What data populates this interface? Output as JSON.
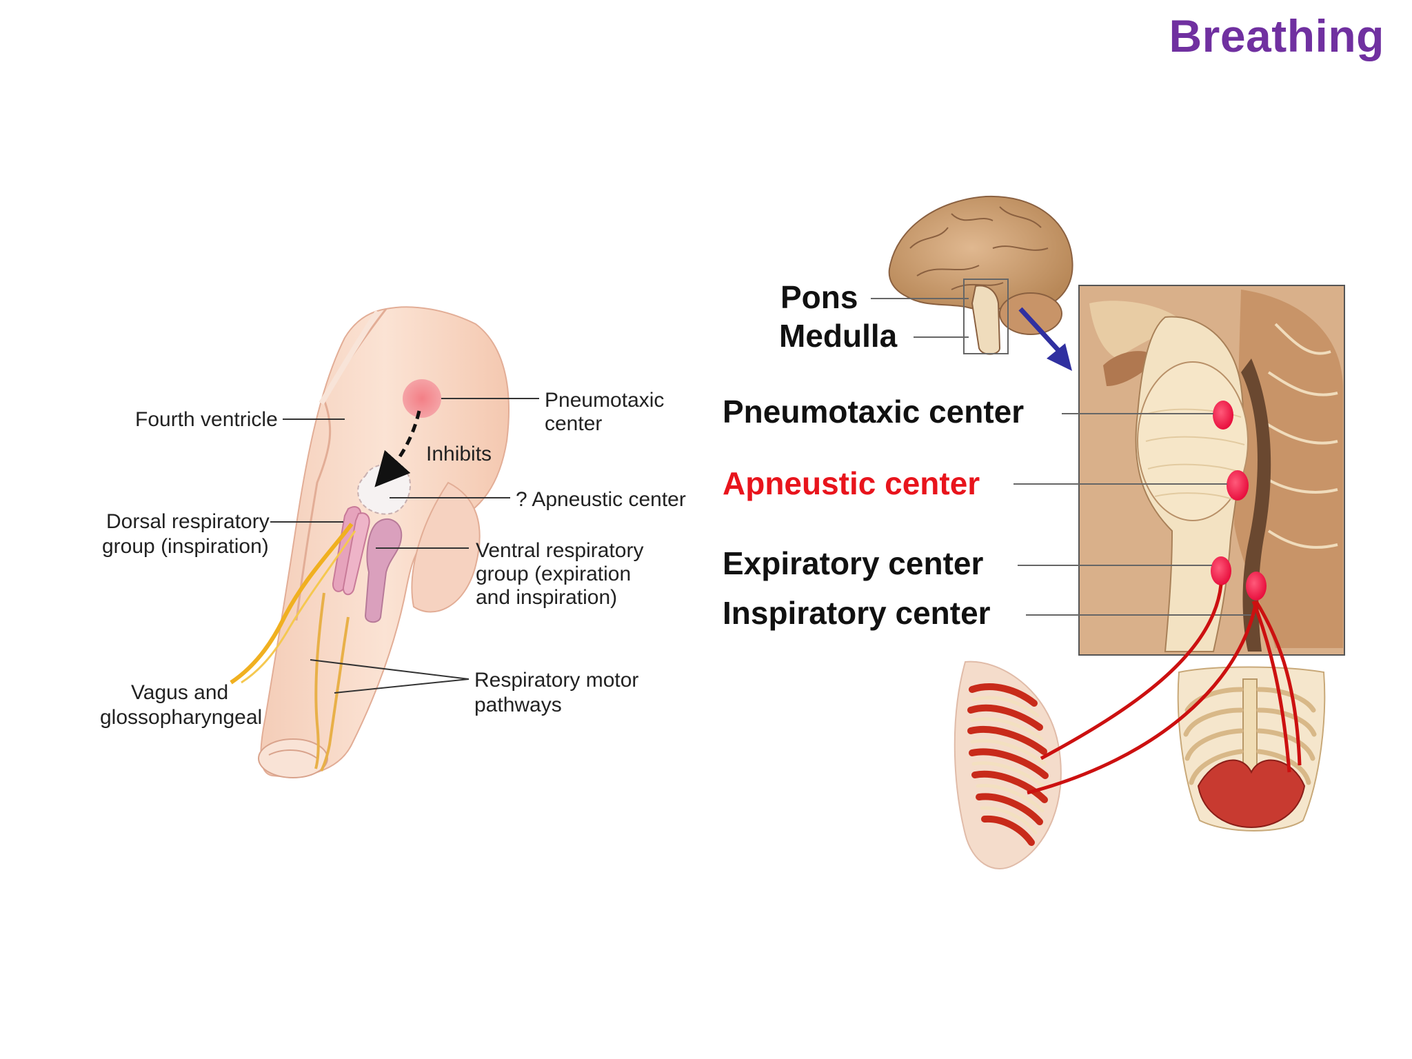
{
  "slide": {
    "title": "Breathing",
    "title_color": "#7030a0"
  },
  "left_diagram": {
    "labels": {
      "fourth_ventricle": "Fourth ventricle",
      "pneumotaxic_1": "Pneumotaxic",
      "pneumotaxic_2": "center",
      "inhibits": "Inhibits",
      "apneustic": "? Apneustic center",
      "dorsal_1": "Dorsal respiratory",
      "dorsal_2": "group (inspiration)",
      "ventral_1": "Ventral respiratory",
      "ventral_2": "group (expiration",
      "ventral_3": "and inspiration)",
      "vagus_1": "Vagus and",
      "vagus_2": "glossopharyngeal",
      "motor_1": "Respiratory motor",
      "motor_2": "pathways"
    },
    "colors": {
      "tissue": "#f8d9c8",
      "tissue_edge": "#e0a890",
      "pneumotaxic_spot": "#f08a90",
      "dorsal_group": "#e8a0b8",
      "ventral_group": "#d890b0",
      "nerve": "#f0b020"
    }
  },
  "right_diagram": {
    "labels": {
      "pons": "Pons",
      "medulla": "Medulla",
      "pneumotaxic": "Pneumotaxic center",
      "apneustic": "Apneustic center",
      "expiratory": "Expiratory center",
      "inspiratory": "Inspiratory center"
    },
    "colors": {
      "brain": "#c89a70",
      "brainstem": "#f0dcb8",
      "center_dot": "#f0285a",
      "nerve": "#cc1010",
      "arrow": "#3030a0",
      "apneustic_label": "#e8141c"
    }
  }
}
